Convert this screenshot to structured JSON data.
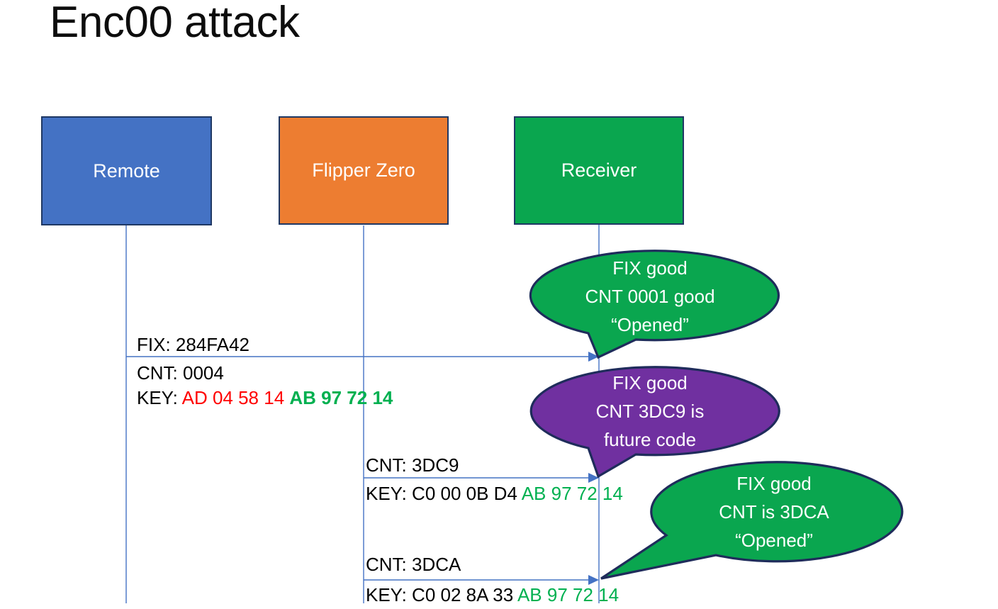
{
  "title": "Enc00 attack",
  "actors": {
    "remote": {
      "label": "Remote",
      "fill": "#4472C4"
    },
    "flipper": {
      "label": "Flipper Zero",
      "fill": "#ED7D31"
    },
    "receiver": {
      "label": "Receiver",
      "fill": "#0AA64F"
    }
  },
  "messages": {
    "m1": {
      "fix": "FIX: 284FA42",
      "cnt": "CNT: 0004",
      "key_prefix": "KEY: ",
      "key_red": "AD 04 58 14 ",
      "key_green": "AB 97 72 14"
    },
    "m2": {
      "cnt": "CNT: 3DC9",
      "key_prefix": "KEY: C0 00 0B D4 ",
      "key_green": "AB 97 72 14"
    },
    "m3": {
      "cnt": "CNT: 3DCA",
      "key_prefix": "KEY: C0 02 8A 33 ",
      "key_green": "AB 97 72 14"
    }
  },
  "callouts": {
    "b1": {
      "line1": "FIX good",
      "line2": "CNT 0001 good",
      "line3": "“Opened”",
      "fill": "#0AA64F"
    },
    "b2": {
      "line1": "FIX good",
      "line2": "CNT 3DC9 is",
      "line3": "future code",
      "fill": "#7030A0"
    },
    "b3": {
      "line1": "FIX good",
      "line2": "CNT is 3DCA",
      "line3": "“Opened”",
      "fill": "#0AA64F"
    }
  },
  "colors": {
    "box_border": "#1F3864",
    "bubble_border": "#1F2C5B",
    "connector_blue": "#4472C4",
    "text_red": "#FF0000",
    "text_green": "#00B050",
    "text_black": "#000000",
    "text_white": "#FFFFFF",
    "background": "#FFFFFF"
  }
}
